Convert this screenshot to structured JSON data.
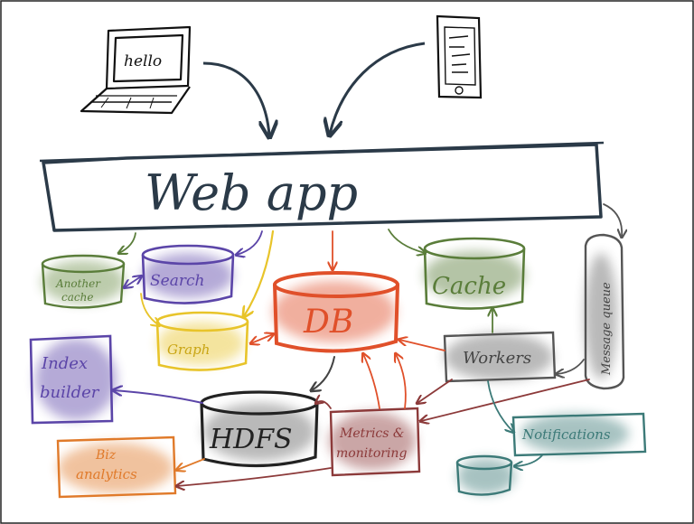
{
  "colors": {
    "ink": "#2b3a48",
    "green": "#5a7d3a",
    "purple": "#5b45a8",
    "yellow": "#e8c42a",
    "orange_red": "#e0502a",
    "grey": "#555555",
    "teal": "#3c7a78",
    "maroon": "#8c3a3a",
    "orange": "#e07a2a"
  },
  "devices": {
    "laptop_screen_text": "hello"
  },
  "nodes": {
    "webapp": "Web app",
    "another_cache_line1": "Another",
    "another_cache_line2": "cache",
    "search": "Search",
    "graph": "Graph",
    "db": "DB",
    "cache": "Cache",
    "message_queue": "Message queue",
    "index_builder_line1": "Index",
    "index_builder_line2": "builder",
    "workers": "Workers",
    "hdfs": "HDFS",
    "metrics_line1": "Metrics &",
    "metrics_line2": "monitoring",
    "notifications": "Notifications",
    "biz_line1": "Biz",
    "biz_line2": "analytics"
  }
}
